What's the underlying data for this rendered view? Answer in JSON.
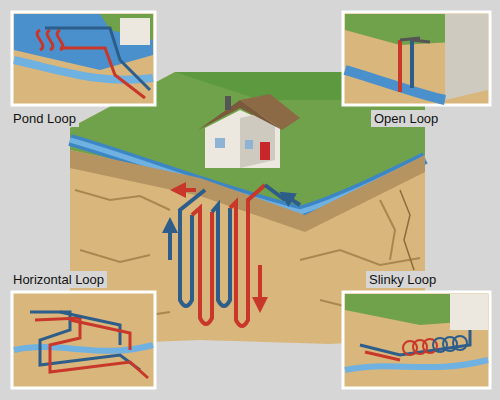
{
  "diagram": {
    "labels": [
      "Pond Loop",
      "Open Loop",
      "Horizontal Loop",
      "Slinky Loop"
    ]
  }
}
